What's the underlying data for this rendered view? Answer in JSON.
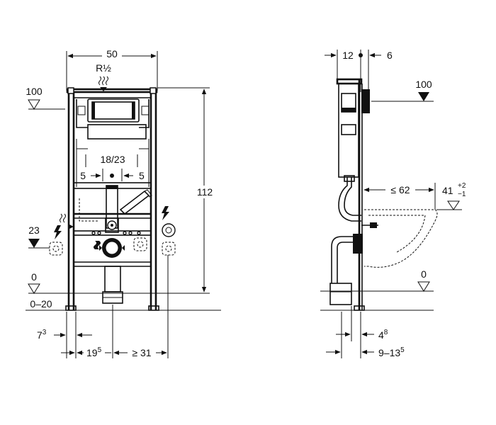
{
  "front_view": {
    "width": "50",
    "thread": "R½",
    "level_top": "100",
    "level_mid": "23",
    "level_floor": "0",
    "floor_range": "0–20",
    "height": "112",
    "inner_spacing": "18/23",
    "offset_left": "5",
    "offset_right": "5",
    "bottom_left_base": "7",
    "bottom_left_sup": "3",
    "bottom_mid_base": "19",
    "bottom_mid_sup": "5",
    "bottom_right": "≥ 31"
  },
  "side_view": {
    "top_depth": "12",
    "top_offset": "6",
    "level_top": "100",
    "bowl_depth": "≤ 62",
    "bowl_height": "41",
    "bowl_tol_plus": "+2",
    "bowl_tol_minus": "−1",
    "level_floor": "0",
    "bottom_a_base": "4",
    "bottom_a_sup": "8",
    "bottom_b_base": "9–13",
    "bottom_b_sup": "5"
  }
}
